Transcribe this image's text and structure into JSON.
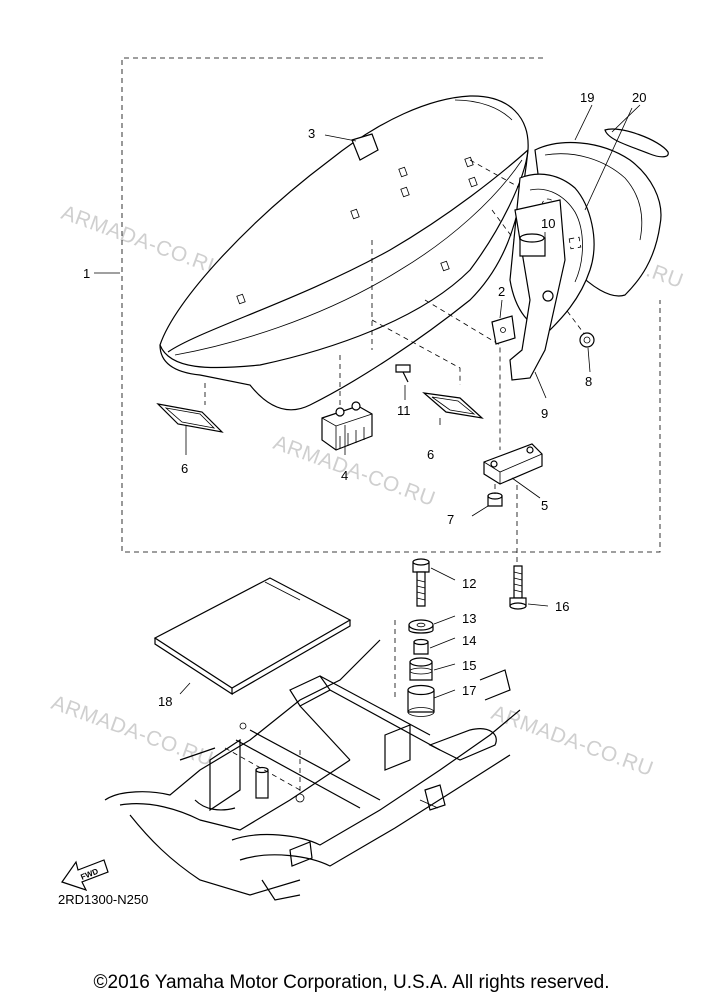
{
  "diagram": {
    "callouts": [
      {
        "id": "c1",
        "label": "1"
      },
      {
        "id": "c2",
        "label": "2"
      },
      {
        "id": "c3",
        "label": "3"
      },
      {
        "id": "c4",
        "label": "4"
      },
      {
        "id": "c5",
        "label": "5"
      },
      {
        "id": "c6a",
        "label": "6"
      },
      {
        "id": "c6b",
        "label": "6"
      },
      {
        "id": "c7",
        "label": "7"
      },
      {
        "id": "c8",
        "label": "8"
      },
      {
        "id": "c9",
        "label": "9"
      },
      {
        "id": "c10",
        "label": "10"
      },
      {
        "id": "c11",
        "label": "11"
      },
      {
        "id": "c12",
        "label": "12"
      },
      {
        "id": "c13",
        "label": "13"
      },
      {
        "id": "c14",
        "label": "14"
      },
      {
        "id": "c15",
        "label": "15"
      },
      {
        "id": "c16",
        "label": "16"
      },
      {
        "id": "c17",
        "label": "17"
      },
      {
        "id": "c18",
        "label": "18"
      },
      {
        "id": "c19",
        "label": "19"
      },
      {
        "id": "c20",
        "label": "20"
      }
    ],
    "watermark": "ARMADA-CO.RU",
    "diagram_code": "2RD1300-N250",
    "fwd_label": "FWD"
  },
  "footer": {
    "copyright": "©2016 Yamaha Motor Corporation, U.S.A. All rights reserved."
  }
}
